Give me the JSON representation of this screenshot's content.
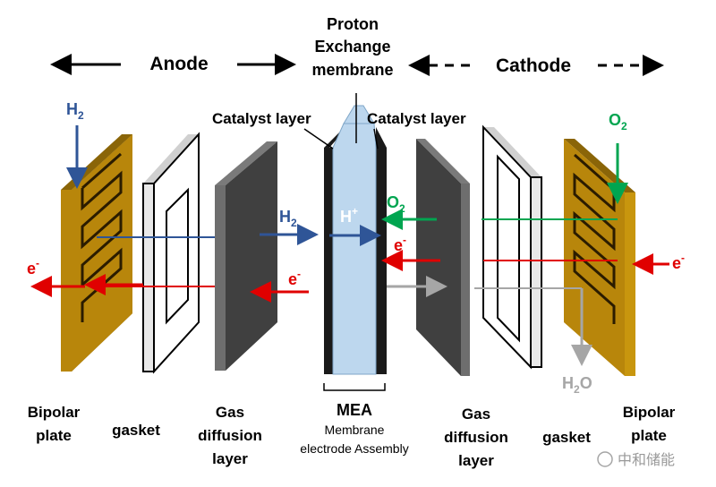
{
  "header": {
    "anode": "Anode",
    "pem_line1": "Proton",
    "pem_line2": "Exchange",
    "pem_line3": "membrane",
    "cathode": "Cathode"
  },
  "labels": {
    "catalyst_left": "Catalyst layer",
    "catalyst_right": "Catalyst layer",
    "h2_in": "H",
    "h2_in_sub": "2",
    "h2_mid": "H",
    "h2_mid_sub": "2",
    "h_plus": "H",
    "h_plus_sup": "+",
    "o2_in": "O",
    "o2_in_sub": "2",
    "o2_mid": "O",
    "o2_mid_sub": "2",
    "e_left": "e",
    "e_left_sup": "-",
    "e_mid_left": "e",
    "e_mid_left_sup": "-",
    "e_mid_right": "e",
    "e_mid_right_sup": "-",
    "e_right": "e",
    "e_right_sup": "-",
    "h2o": "H",
    "h2o_sub": "2",
    "h2o_tail": "O"
  },
  "bottom": {
    "bipolar_left_1": "Bipolar",
    "bipolar_left_2": "plate",
    "gasket_left": "gasket",
    "gdl_left_1": "Gas",
    "gdl_left_2": "diffusion",
    "gdl_left_3": "layer",
    "mea": "MEA",
    "mea_sub_1": "Membrane",
    "mea_sub_2": "electrode Assembly",
    "gdl_right_1": "Gas",
    "gdl_right_2": "diffusion",
    "gdl_right_3": "layer",
    "gasket_right": "gasket",
    "bipolar_right_1": "Bipolar",
    "bipolar_right_2": "plate"
  },
  "watermark": "中和储能",
  "colors": {
    "h2": "#2f5597",
    "o2": "#00a550",
    "electron": "#e00000",
    "water": "#a6a6a6",
    "bipolar": "#b8860b",
    "gdl": "#404040",
    "membrane": "#bdd7ee",
    "catalyst": "#1a1a1a"
  }
}
